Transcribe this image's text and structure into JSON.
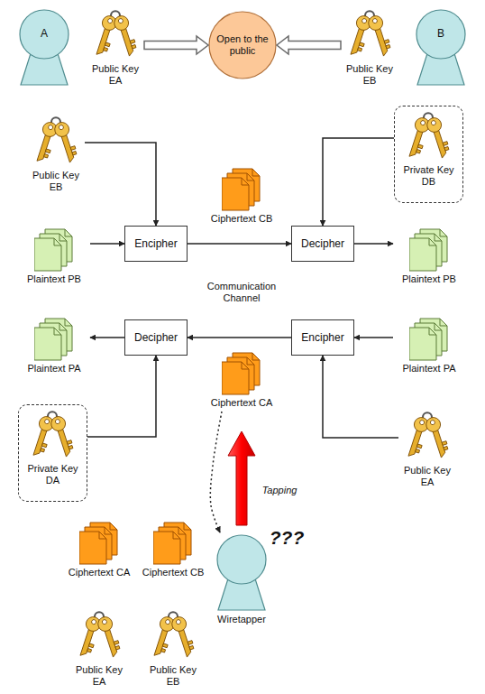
{
  "diagram": {
    "nodes": [
      {
        "text": [
          "A"
        ]
      },
      {
        "text": [
          "Public Key EA"
        ]
      },
      {
        "text": [
          "Open to the public"
        ]
      },
      {
        "text": [
          "Public Key EB"
        ]
      },
      {
        "text": [
          "B"
        ]
      },
      {
        "text": [
          "Public Key EB"
        ]
      },
      {
        "text": [
          "Private Key DB"
        ]
      },
      {
        "text": [
          "Ciphertext CB"
        ]
      },
      {
        "text": [
          "Plaintext PB"
        ]
      },
      {
        "text": [
          "Encipher"
        ]
      },
      {
        "text": [
          "Decipher"
        ]
      },
      {
        "text": [
          "Plaintext PB"
        ]
      },
      {
        "text": [
          "Plaintext PA"
        ]
      },
      {
        "text": [
          "Decipher"
        ]
      },
      {
        "text": [
          "Encipher"
        ]
      },
      {
        "text": [
          "Plaintext PA"
        ]
      },
      {
        "text": [
          "Ciphertext CA"
        ]
      },
      {
        "text": [
          "Private Key DA"
        ]
      },
      {
        "text": [
          "Public Key EA"
        ]
      },
      {
        "text": [
          "Wiretapper"
        ]
      },
      {
        "text": [
          "Ciphertext CA"
        ]
      },
      {
        "text": [
          "Ciphertext CB"
        ]
      },
      {
        "text": [
          "Public Key EA"
        ]
      },
      {
        "text": [
          "Public Key EB"
        ]
      }
    ],
    "edges": [
      {
        "from": 1,
        "to": 2,
        "arrow": "to"
      },
      {
        "from": 3,
        "to": 2,
        "arrow": "to"
      },
      {
        "from": 5,
        "to": 9,
        "arrow": "to"
      },
      {
        "from": 8,
        "to": 9,
        "arrow": "to"
      },
      {
        "from": 9,
        "to": 10,
        "arrow": "to"
      },
      {
        "from": 6,
        "to": 10,
        "arrow": "to"
      },
      {
        "from": 10,
        "to": 11,
        "arrow": "to"
      },
      {
        "from": 15,
        "to": 14,
        "arrow": "to"
      },
      {
        "from": 18,
        "to": 14,
        "arrow": "to"
      },
      {
        "from": 14,
        "to": 13,
        "arrow": "to"
      },
      {
        "from": 13,
        "to": 12,
        "arrow": "to"
      },
      {
        "from": 17,
        "to": 13,
        "arrow": "to"
      },
      {
        "from": 16,
        "to": 19,
        "arrow": "to"
      }
    ],
    "labels": [
      "Communication Channel",
      "Tapping",
      "???"
    ]
  }
}
